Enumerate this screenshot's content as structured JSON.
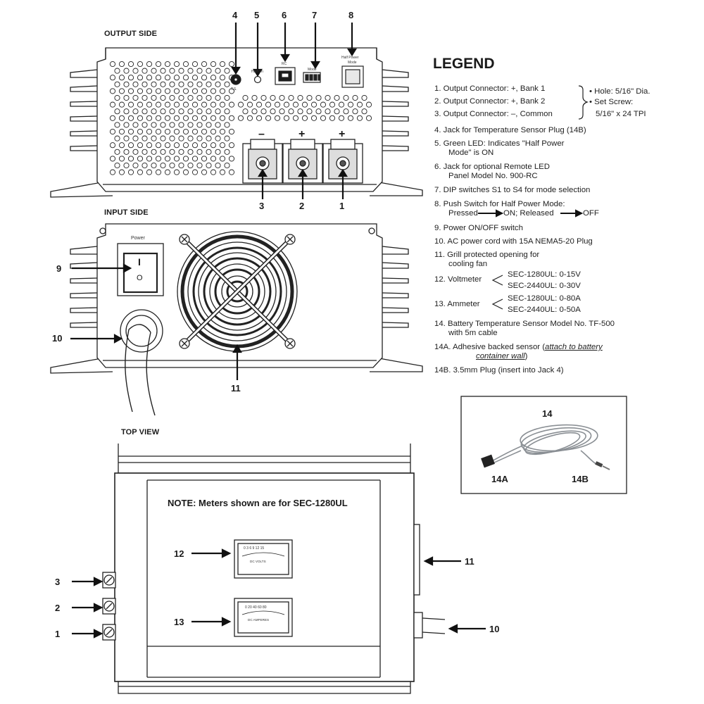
{
  "labels": {
    "output_side": "OUTPUT SIDE",
    "input_side": "INPUT SIDE",
    "top_view": "TOP VIEW",
    "legend_title": "LEGEND",
    "note": "NOTE: Meters shown are for SEC-1280UL"
  },
  "output_panel": {
    "callouts": [
      "4",
      "5",
      "6",
      "7",
      "8",
      "3",
      "2",
      "1"
    ],
    "jack_label": "T.S.",
    "led_label": "Half On",
    "rc_label": "RC",
    "mode_label": "Mode",
    "halfpower_label_1": "Half Power",
    "halfpower_label_2": "Mode",
    "terminal_signs": [
      "–",
      "+",
      "+"
    ]
  },
  "input_panel": {
    "power_label": "Power",
    "switch_on": "I",
    "switch_off": "O",
    "callouts": [
      "9",
      "10",
      "11"
    ]
  },
  "top_view": {
    "voltmeter_scale": "0  3  6  9  12  15",
    "voltmeter_unit": "DC VOLTS",
    "ammeter_scale": "0  20  40  60  80",
    "ammeter_unit": "DC AMPERES",
    "callouts": [
      "12",
      "13",
      "11",
      "10",
      "3",
      "2",
      "1"
    ]
  },
  "cable_photo": {
    "callouts": [
      "14",
      "14A",
      "14B"
    ]
  },
  "legend": {
    "item1": "1.   Output Connector:  +, Bank 1",
    "item2": "2.   Output Connector:  +, Bank 2",
    "item3": "3.   Output Connector:  –, Common",
    "hole": "• Hole: 5/16\" Dia.",
    "screw": "• Set Screw:",
    "screw2": "5/16\" x 24 TPI",
    "item4": "4.   Jack for Temperature Sensor Plug (14B)",
    "item5a": "5.   Green LED:  Indicates \"Half Power",
    "item5b": "Mode\" is ON",
    "item6a": "6.   Jack for optional Remote LED",
    "item6b": "Panel Model No. 900-RC",
    "item7": "7.   DIP switches S1 to S4 for mode selection",
    "item8a": "8.   Push Switch for Half Power Mode:",
    "item8b_1": "Pressed",
    "item8b_2": "ON;   Released",
    "item8b_3": "OFF",
    "item9": "9.   Power ON/OFF switch",
    "item10": "10.  AC power cord with 15A NEMA5-20 Plug",
    "item11a": "11.  Grill protected opening for",
    "item11b": "cooling fan",
    "item12": "12.  Voltmeter",
    "item12_v1": "SEC-1280UL: 0-15V",
    "item12_v2": "SEC-2440UL: 0-30V",
    "item13": "13.  Ammeter",
    "item13_a1": "SEC-1280UL: 0-80A",
    "item13_a2": "SEC-2440UL: 0-50A",
    "item14a": "14.  Battery Temperature Sensor Model No. TF-500",
    "item14b": "with 5m cable",
    "item14Aa": "14A. Adhesive backed sensor (",
    "item14Au": "attach to battery",
    "item14Ab": "container wall",
    "item14Ac": ")",
    "item14B": "14B. 3.5mm Plug (insert into Jack 4)"
  },
  "colors": {
    "line": "#222222",
    "panel_fill": "#ffffff",
    "terminal_fill": "#d9d9d9",
    "cable_gray": "#8a8f94",
    "photo_bg": "#ffffff"
  }
}
